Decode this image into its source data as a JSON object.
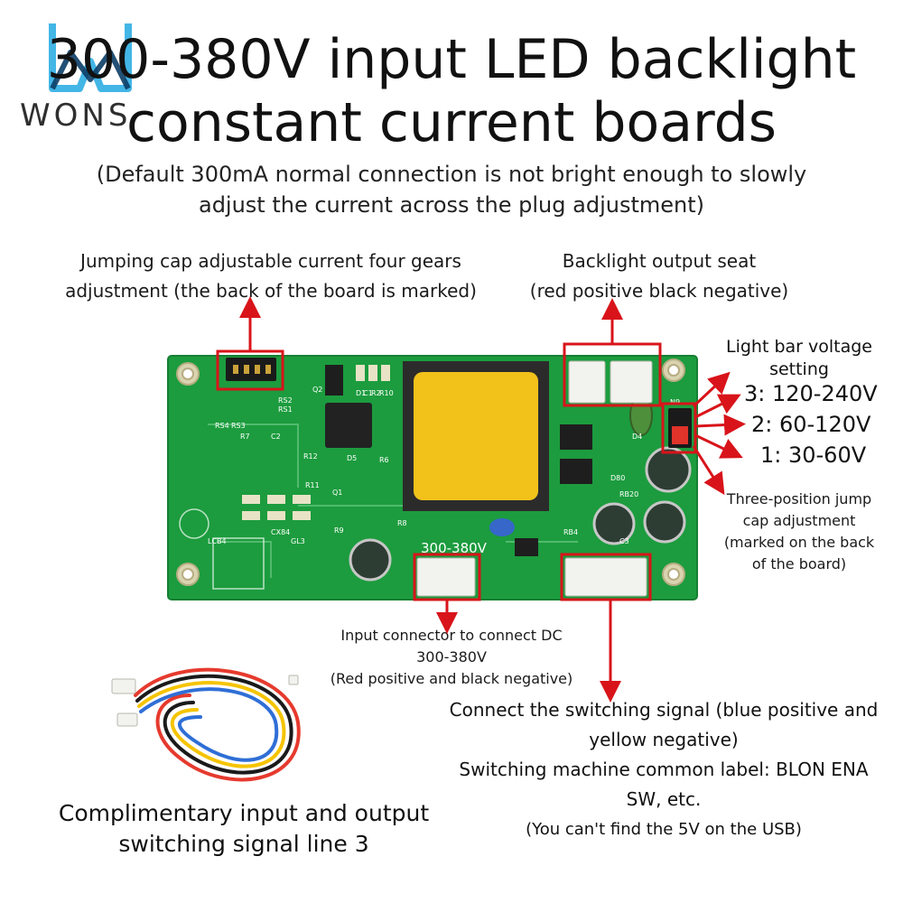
{
  "brand": {
    "name": "WONS"
  },
  "title": {
    "line1": "300-380V input LED backlight",
    "line2": "constant current boards"
  },
  "subtitle": {
    "line1": "(Default 300mA normal connection is not bright enough to slowly",
    "line2": "adjust the current across the plug adjustment)"
  },
  "annotations": {
    "jumping_cap": {
      "line1": "Jumping cap adjustable current four gears",
      "line2": "adjustment (the back of the board is marked)"
    },
    "backlight_output": {
      "line1": "Backlight output seat",
      "line2": "(red positive black negative)"
    },
    "light_bar": {
      "line1": "Light bar voltage",
      "line2": "setting",
      "options": [
        "3: 120-240V",
        "2: 60-120V",
        "1: 30-60V"
      ]
    },
    "three_position": {
      "line1": "Three-position jump",
      "line2": "cap adjustment",
      "line3": "(marked on the back",
      "line4": "of the board)"
    },
    "input_connector": {
      "line1": "Input connector to connect DC",
      "line2": "300-380V",
      "line3": "(Red positive and black negative)"
    },
    "switching_signal": {
      "line1": "Connect the switching signal (blue positive and",
      "line2": "yellow negative)",
      "line3": "Switching machine common label: BLON ENA",
      "line4": "SW, etc.",
      "line5": "(You can't find the 5V on the USB)"
    },
    "complimentary": {
      "line1": "Complimentary input and output",
      "line2": "switching signal line 3"
    }
  },
  "board": {
    "input_label": "300-380V",
    "silkscreen": [
      "Q2",
      "D1",
      "C1",
      "R2",
      "R10",
      "RS2",
      "RS1",
      "RS4",
      "RS3",
      "R7",
      "C2",
      "R12",
      "D5",
      "R6",
      "R11",
      "Q1",
      "R8",
      "R9",
      "LCB4",
      "CX84",
      "GL3",
      "N9",
      "D4",
      "RB4",
      "C3",
      "D80",
      "RB20"
    ]
  },
  "colors": {
    "pcb": "#1c9c3e",
    "arrow": "#d8141a",
    "box": "#d8141a",
    "transformer": "#f2c21b"
  }
}
